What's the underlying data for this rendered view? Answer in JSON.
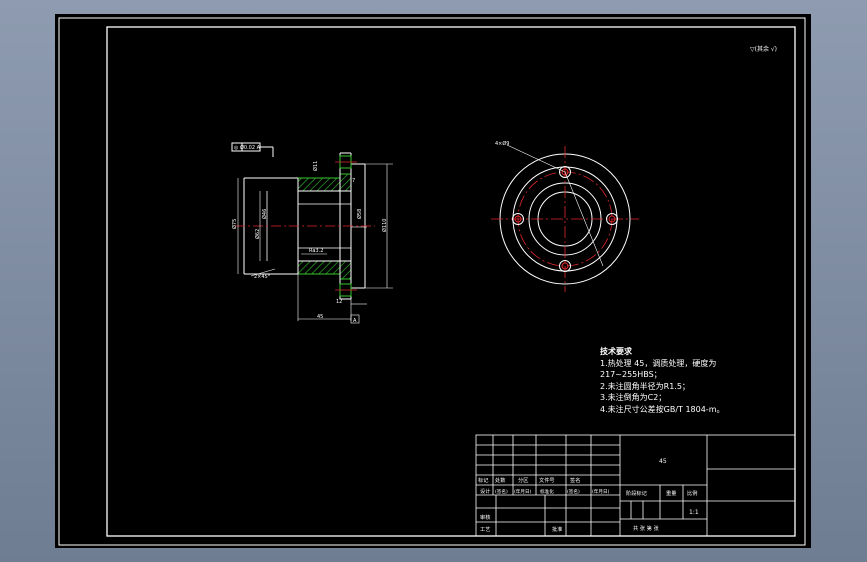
{
  "colors": {
    "background": "#000000",
    "line": "#ffffff",
    "hatch": "#36c72e",
    "center": "#e0262b",
    "frame_bg": "#7f8ca3"
  },
  "roughness": "▽(其余 √)",
  "tech_req": {
    "title": "技术要求",
    "lines": [
      "1.热处理 45，调质处理，硬度为",
      "217~255HBS；",
      "2.未注圆角半径为R1.5；",
      "3.未注倒角为C2；",
      "4.未注尺寸公差按GB/T 1804-m。"
    ]
  },
  "section_view": {
    "datum_top": "◎ Ø0.02 A",
    "dims": [
      "Ø75",
      "Ø62",
      "Ø46",
      "Ø110",
      "Ø58",
      "Ø11",
      "45",
      "12",
      "7",
      "2×45°",
      "Ra3.2"
    ],
    "datum_bottom": "A"
  },
  "front_view": {
    "hole_label": "4×Ø9"
  },
  "title_block": {
    "material": "45",
    "row_marks": [
      "标记",
      "处数",
      "分区",
      "文件号",
      "签名"
    ],
    "row_design": [
      "设计",
      "(签名)",
      "(年月日)",
      "标准化",
      "(签名)",
      "(年月日)"
    ],
    "stage_labels": [
      "阶段标记",
      "重量",
      "比例"
    ],
    "scale": "1:1",
    "review": "审核",
    "process": "工艺",
    "approve": "批准",
    "sheet": "共 张 第 张"
  }
}
